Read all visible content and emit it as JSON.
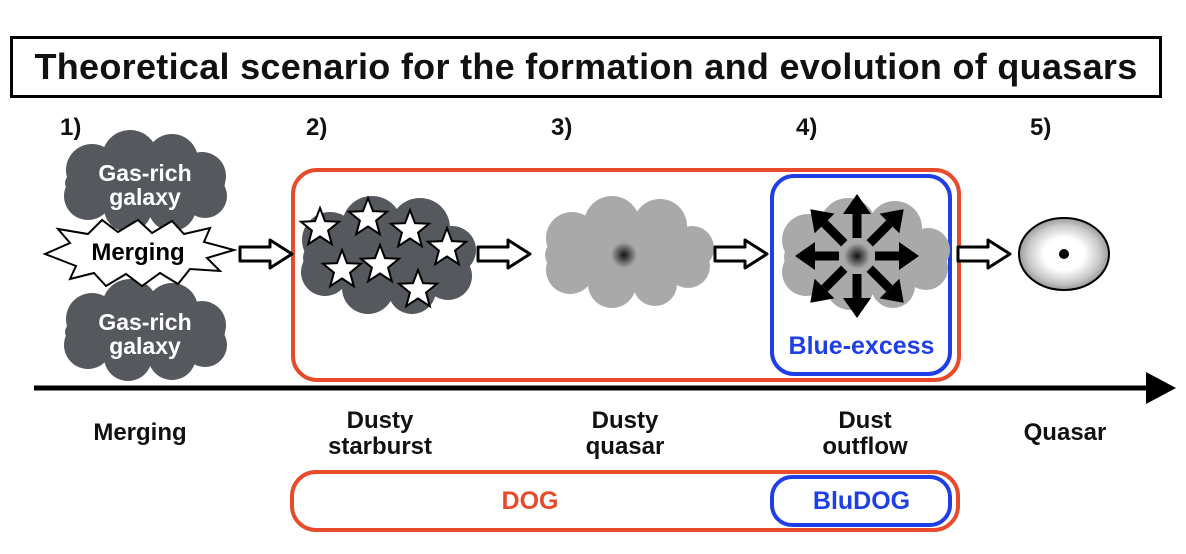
{
  "title": "Theoretical scenario for the formation and evolution of quasars",
  "stage_numbers": [
    "1)",
    "2)",
    "3)",
    "4)",
    "5)"
  ],
  "cloud_label": "Gas-rich\ngalaxy",
  "merging_burst_label": "Merging",
  "blue_excess_label": "Blue-excess",
  "stages": [
    "Merging",
    "Dusty\nstarburst",
    "Dusty\nquasar",
    "Dust\noutflow",
    "Quasar"
  ],
  "dog_label": "DOG",
  "bludog_label": "BluDOG",
  "colors": {
    "red_outline": "#e84a2c",
    "blue_outline": "#1f3fe6",
    "dark_cloud": "#55585c",
    "grey_cloud": "#a9a9a9",
    "arrow": "#000000"
  }
}
